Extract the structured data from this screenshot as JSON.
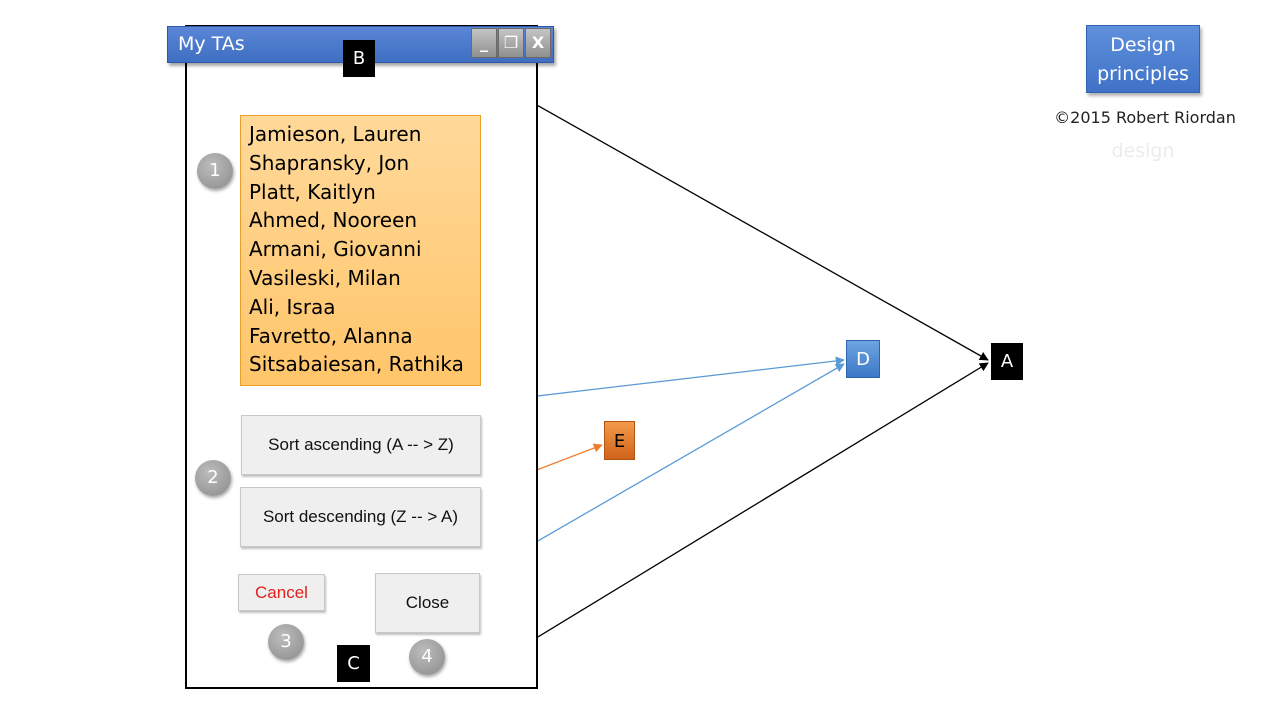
{
  "window": {
    "title": "My TAs",
    "min_glyph": "_",
    "max_glyph": "❐",
    "close_glyph": "X"
  },
  "ta_list": [
    "Jamieson, Lauren",
    "Shapransky, Jon",
    "Platt, Kaitlyn",
    "Ahmed, Nooreen",
    "Armani, Giovanni",
    "Vasileski, Milan",
    "Ali, Israa",
    "Favretto, Alanna",
    "Sitsabaiesan, Rathika"
  ],
  "buttons": {
    "sort_ascending": "Sort ascending (A -- > Z)",
    "sort_descending": "Sort descending (Z -- > A)",
    "cancel": "Cancel",
    "close": "Close"
  },
  "numbers": [
    "1",
    "2",
    "3",
    "4"
  ],
  "labels": {
    "a": "A",
    "b": "B",
    "c": "C",
    "d": "D",
    "e": "E"
  },
  "badge": {
    "line1": "Design",
    "line2": "principles"
  },
  "copyright": "©2015 Robert Riordan",
  "watermark": "design",
  "colors": {
    "title_bar": "#4a7bd0",
    "list_fill": "#ffcf80",
    "cancel_text": "#e02020",
    "label_d": "#4a86d0",
    "label_e": "#e0792a",
    "connector_black": "#000000",
    "connector_blue": "#5b9bd5",
    "connector_orange": "#ed7d31"
  }
}
